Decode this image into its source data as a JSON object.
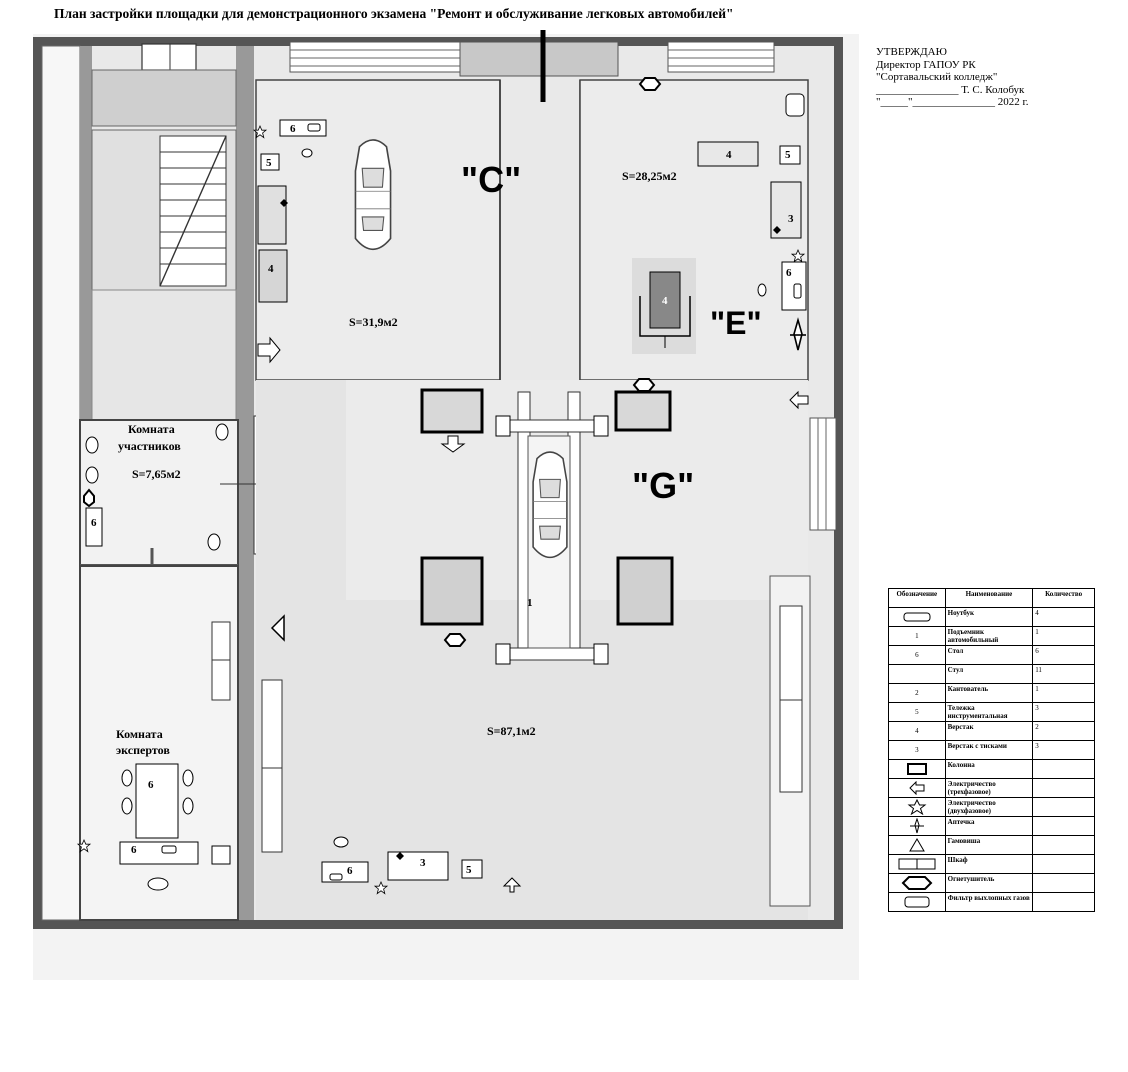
{
  "title": "План застройки площадки для демонстрационного экзамена \"Ремонт и обслуживание легковых автомобилей\"",
  "approval": {
    "line1": "УТВЕРЖДАЮ",
    "line2": "Директор ГАПОУ РК",
    "line3": "\"Сортавальский колледж\"",
    "line4": "_______________ Т. С. Колобук",
    "line5": "\"_____\"_______________ 2022 г."
  },
  "zones": {
    "c": {
      "label": "\"C\"",
      "area": "S=31,9м2"
    },
    "e": {
      "label": "\"E\"",
      "area": "S=28,25м2"
    },
    "g": {
      "label": "\"G\"",
      "area": "S=87,1м2"
    },
    "participants": {
      "name1": "Комната",
      "name2": "участников",
      "area": "S=7,65м2"
    },
    "experts": {
      "name1": "Комната",
      "name2": "экспертов"
    }
  },
  "item_numbers": {
    "lift": "1",
    "rack": "2",
    "workbench": "3",
    "bench": "4",
    "trolley": "5",
    "table": "6"
  },
  "legend": {
    "headers": [
      "Обозначение",
      "Наименование",
      "Количество"
    ],
    "rows": [
      {
        "symbol": "notebook",
        "name": "Ноутбук",
        "qty": "4"
      },
      {
        "symbol": "1",
        "name": "Подъемник автомобильный",
        "qty": "1"
      },
      {
        "symbol": "6",
        "name": "Стол",
        "qty": "6"
      },
      {
        "symbol": "",
        "name": "Стул",
        "qty": "11"
      },
      {
        "symbol": "2",
        "name": "Кантователь",
        "qty": "1"
      },
      {
        "symbol": "5",
        "name": "Тележка инструментальная",
        "qty": "3"
      },
      {
        "symbol": "4",
        "name": "Верстак",
        "qty": "2"
      },
      {
        "symbol": "3",
        "name": "Верстак с тисками",
        "qty": "3"
      },
      {
        "symbol": "column",
        "name": "Колонна",
        "qty": ""
      },
      {
        "symbol": "power3-icon",
        "name": "Электричество (трехфазовое)",
        "qty": ""
      },
      {
        "symbol": "power2-icon",
        "name": "Электричество (двухфазовое)",
        "qty": ""
      },
      {
        "symbol": "first-aid-icon",
        "name": "Аптечка",
        "qty": ""
      },
      {
        "symbol": "fire-blanket-icon",
        "name": "Гамовиша",
        "qty": ""
      },
      {
        "symbol": "cabinet",
        "name": "Шкаф",
        "qty": ""
      },
      {
        "symbol": "extinguisher-icon",
        "name": "Огнетушитель",
        "qty": ""
      },
      {
        "symbol": "exhaust-filter",
        "name": "Фильтр выхлопных газов",
        "qty": ""
      }
    ]
  }
}
